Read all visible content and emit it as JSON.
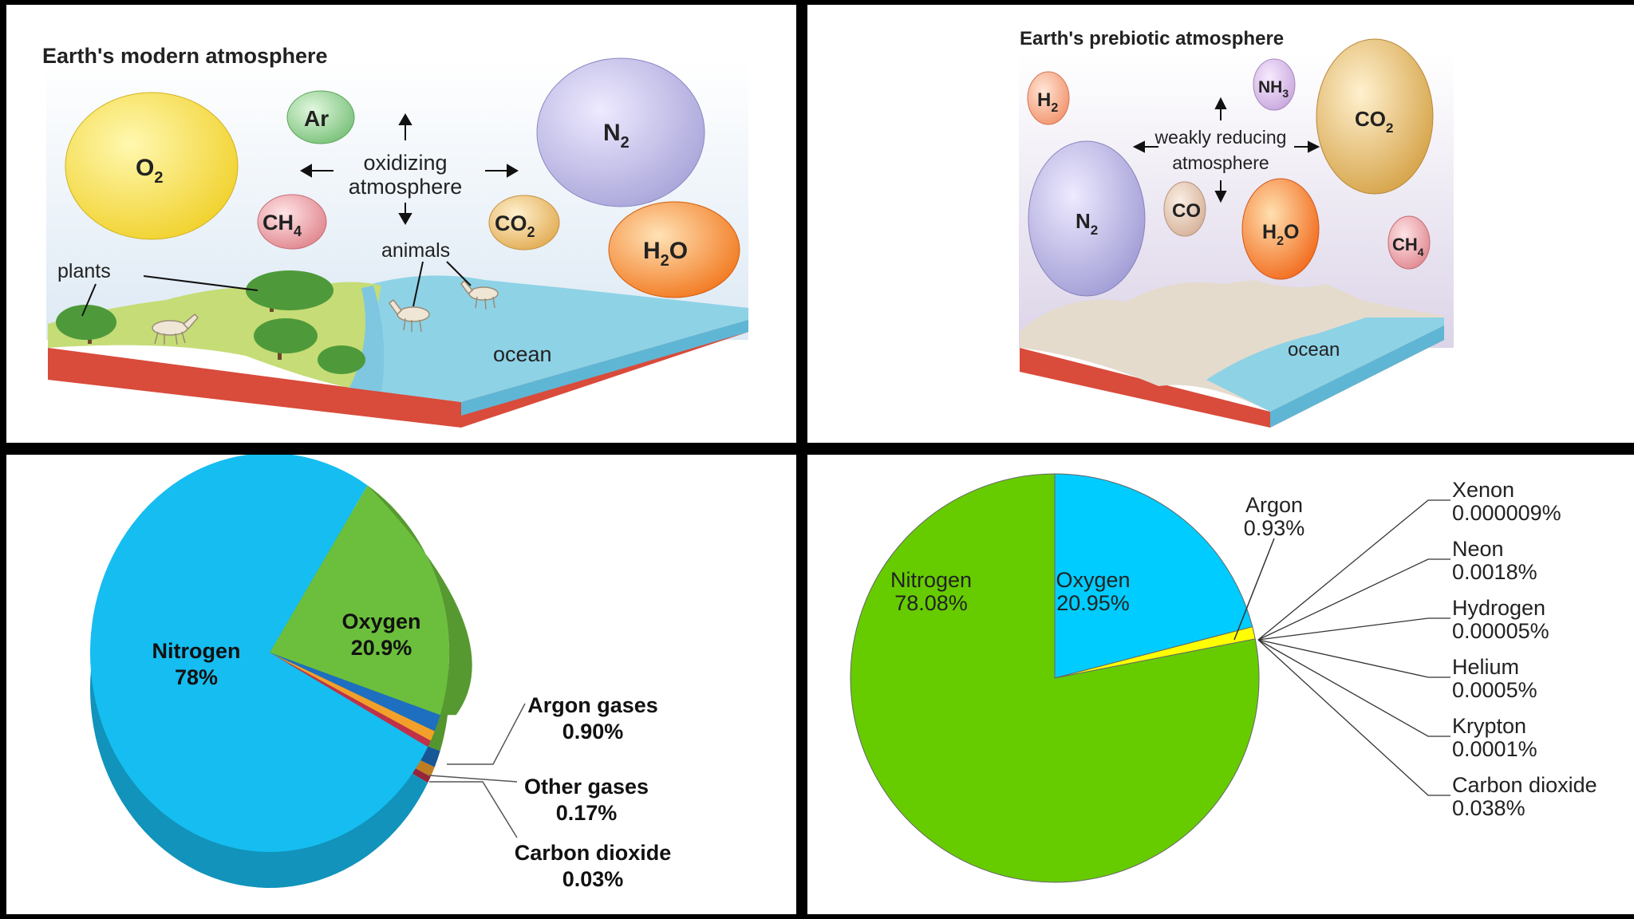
{
  "modern": {
    "title": "Earth's modern atmosphere",
    "center_label_1": "oxidizing",
    "center_label_2": "atmosphere",
    "plants": "plants",
    "animals": "animals",
    "ocean": "ocean",
    "molecules": {
      "o2": {
        "base": "O",
        "sub": "2"
      },
      "ar": {
        "base": "Ar",
        "sub": ""
      },
      "n2": {
        "base": "N",
        "sub": "2"
      },
      "ch4": {
        "base": "CH",
        "sub": "4"
      },
      "co2": {
        "base": "CO",
        "sub": "2"
      },
      "h2o": {
        "base": "H",
        "sub": "2",
        "tail": "O"
      }
    }
  },
  "prebiotic": {
    "title": "Earth's prebiotic atmosphere",
    "center_label_1": "weakly reducing",
    "center_label_2": "atmosphere",
    "ocean": "ocean",
    "molecules": {
      "h2": {
        "base": "H",
        "sub": "2"
      },
      "nh3": {
        "base": "NH",
        "sub": "3"
      },
      "co2": {
        "base": "CO",
        "sub": "2"
      },
      "n2": {
        "base": "N",
        "sub": "2"
      },
      "co": {
        "base": "CO",
        "sub": ""
      },
      "h2o": {
        "base": "H",
        "sub": "2",
        "tail": "O"
      },
      "ch4": {
        "base": "CH",
        "sub": "4"
      }
    }
  },
  "chart_data": [
    {
      "type": "pie",
      "slices": [
        {
          "label": "Nitrogen",
          "value_text": "78%",
          "value": 78,
          "color": "#16bdf0"
        },
        {
          "label": "Oxygen",
          "value_text": "20.9%",
          "value": 20.9,
          "color": "#6cbf3c"
        },
        {
          "label": "Argon gases",
          "value_text": "0.90%",
          "value": 0.9,
          "color": "#1e6fc0"
        },
        {
          "label": "Other gases",
          "value_text": "0.17%",
          "value": 0.17,
          "color": "#f3a02a"
        },
        {
          "label": "Carbon dioxide",
          "value_text": "0.03%",
          "value": 0.03,
          "color": "#c0304a"
        }
      ]
    },
    {
      "type": "pie",
      "slices": [
        {
          "label": "Nitrogen",
          "value_text": "78.08%",
          "value": 78.08,
          "color": "#66cc00"
        },
        {
          "label": "Oxygen",
          "value_text": "20.95%",
          "value": 20.95,
          "color": "#00ccff"
        },
        {
          "label": "Argon",
          "value_text": "0.93%",
          "value": 0.93,
          "color": "#ffff00"
        }
      ],
      "callouts": [
        {
          "label": "Xenon",
          "value_text": "0.000009%"
        },
        {
          "label": "Neon",
          "value_text": "0.0018%"
        },
        {
          "label": "Hydrogen",
          "value_text": "0.00005%"
        },
        {
          "label": "Helium",
          "value_text": "0.0005%"
        },
        {
          "label": "Krypton",
          "value_text": "0.0001%"
        },
        {
          "label": "Carbon dioxide",
          "value_text": "0.038%"
        }
      ]
    }
  ]
}
